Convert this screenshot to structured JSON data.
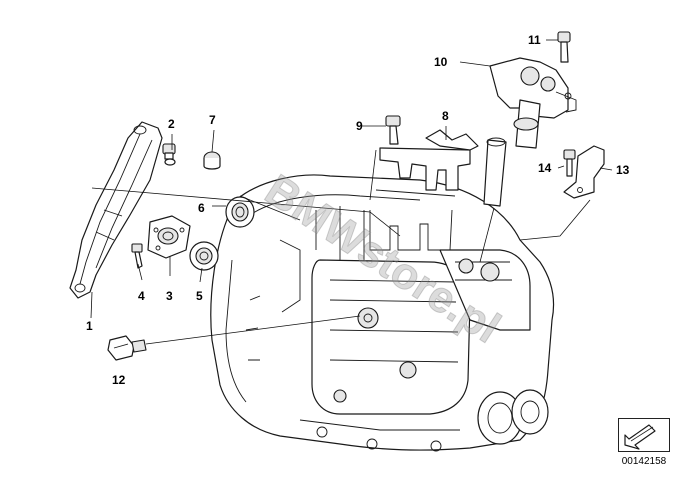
{
  "callouts": [
    {
      "id": "1",
      "text": "1"
    },
    {
      "id": "2",
      "text": "2"
    },
    {
      "id": "3",
      "text": "3"
    },
    {
      "id": "4",
      "text": "4"
    },
    {
      "id": "5",
      "text": "5"
    },
    {
      "id": "6",
      "text": "6"
    },
    {
      "id": "7",
      "text": "7"
    },
    {
      "id": "8",
      "text": "8"
    },
    {
      "id": "9",
      "text": "9"
    },
    {
      "id": "10",
      "text": "10"
    },
    {
      "id": "11",
      "text": "11"
    },
    {
      "id": "12",
      "text": "12"
    },
    {
      "id": "13",
      "text": "13"
    },
    {
      "id": "14",
      "text": "14"
    }
  ],
  "watermark": "BMWstore.pl",
  "reference_code": "00142158",
  "colors": {
    "line": "#1a1a1a",
    "watermark": "#9a9a9a",
    "background": "#ffffff"
  },
  "icons": {
    "reference": "direction-arrow-icon"
  }
}
